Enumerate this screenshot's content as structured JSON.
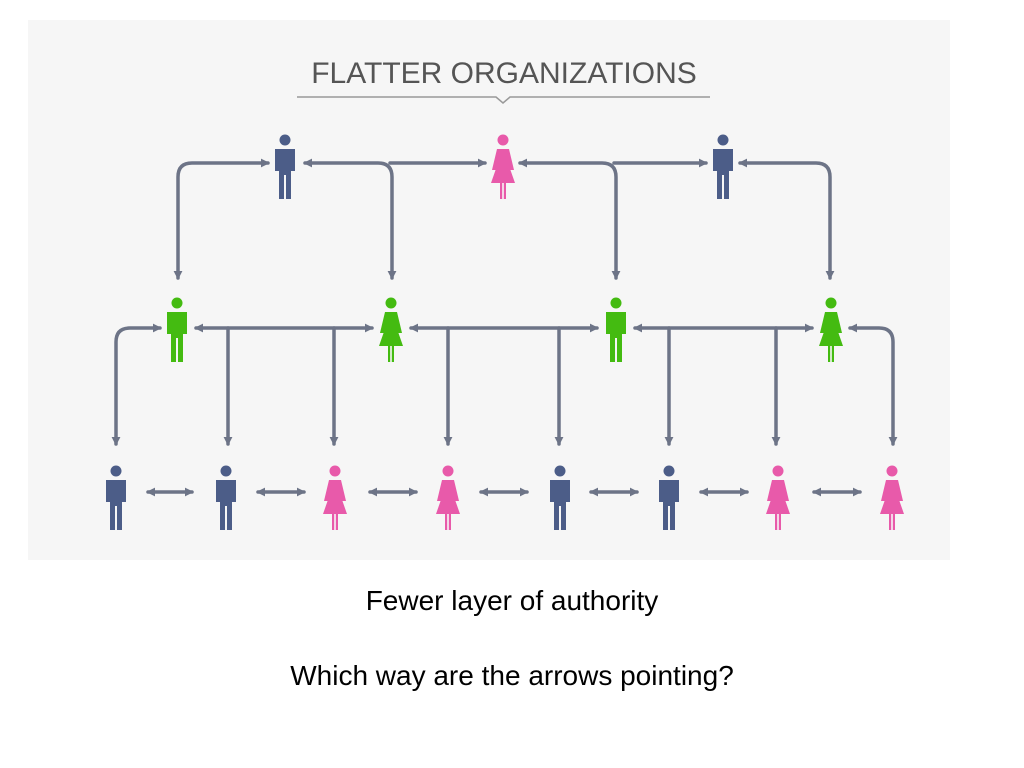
{
  "title": "FLATTER ORGANIZATIONS",
  "caption": "Fewer layer of authority",
  "question": "Which way are the arrows pointing?",
  "colors": {
    "male": "#4c5d88",
    "female_pink": "#e85aaa",
    "green": "#44bb11",
    "arrow": "#6d7487",
    "panel": "#f6f6f6",
    "title": "#555555"
  },
  "rows": {
    "top": [
      "male",
      "female_pink",
      "male"
    ],
    "middle": [
      "male_green",
      "female_green",
      "male_green",
      "female_green"
    ],
    "bottom": [
      "male",
      "male",
      "female_pink",
      "female_pink",
      "male",
      "male",
      "female_pink",
      "female_pink"
    ]
  }
}
